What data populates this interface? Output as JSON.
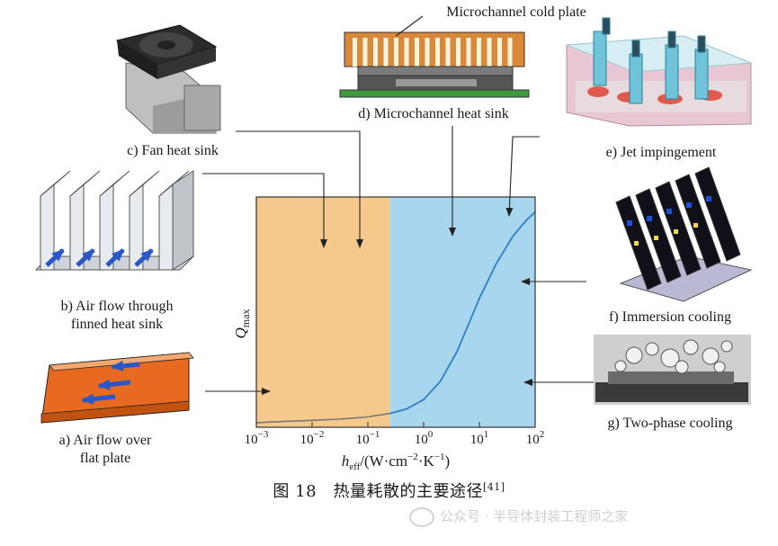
{
  "labels": {
    "a": [
      "a) Air flow over",
      "flat plate"
    ],
    "b": [
      "b) Air flow through",
      "finned heat sink"
    ],
    "c": "c) Fan heat sink",
    "d": "d) Microchannel heat sink",
    "d_top": "Microchannel cold plate",
    "e": "e) Jet impingement",
    "f": "f) Immersion cooling",
    "g": "g) Two-phase cooling"
  },
  "chart_data": {
    "type": "line",
    "ylabel_main": "Q",
    "ylabel_sub": "max",
    "xlabel_main": "h",
    "xlabel_sub": "eff",
    "xlabel_unit_a": "/(W·cm",
    "xlabel_exp1": "−2",
    "xlabel_unit_b": "·K",
    "xlabel_exp2": "−1",
    "xlabel_unit_c": ")",
    "xscale": "log",
    "xlim": [
      0.001,
      100
    ],
    "ylim": [
      0,
      1
    ],
    "xticks": [
      {
        "base": "10",
        "exp": "−3"
      },
      {
        "base": "10",
        "exp": "−2"
      },
      {
        "base": "10",
        "exp": "−1"
      },
      {
        "base": "10",
        "exp": "0"
      },
      {
        "base": "10",
        "exp": "1"
      },
      {
        "base": "10",
        "exp": "2"
      }
    ],
    "regions": [
      {
        "from": 0.001,
        "to": 0.25,
        "color": "#f5c98c"
      },
      {
        "from": 0.25,
        "to": 100,
        "color": "#a9d6ef"
      }
    ],
    "curve": {
      "x": [
        0.001,
        0.003,
        0.01,
        0.03,
        0.1,
        0.25,
        0.5,
        1,
        2,
        4,
        7,
        10,
        20,
        40,
        70,
        100
      ],
      "y": [
        0.02,
        0.025,
        0.03,
        0.035,
        0.045,
        0.06,
        0.08,
        0.12,
        0.2,
        0.33,
        0.47,
        0.56,
        0.71,
        0.83,
        0.9,
        0.935
      ],
      "color": "#2f7fc4",
      "low_color": "#777777"
    }
  },
  "caption": {
    "text": "图 18　热量耗散的主要途径",
    "ref": "[41]"
  },
  "watermark": "公众号 · 半导体封装工程师之家"
}
